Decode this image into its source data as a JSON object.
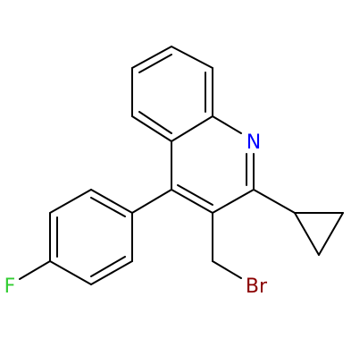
{
  "molecule": {
    "atoms": {
      "nitrogen": {
        "label": "N",
        "color": "#0000ff"
      },
      "fluorine": {
        "label": "F",
        "color": "#32cd32"
      },
      "bromine": {
        "label": "Br",
        "color": "#8b0000"
      }
    }
  }
}
